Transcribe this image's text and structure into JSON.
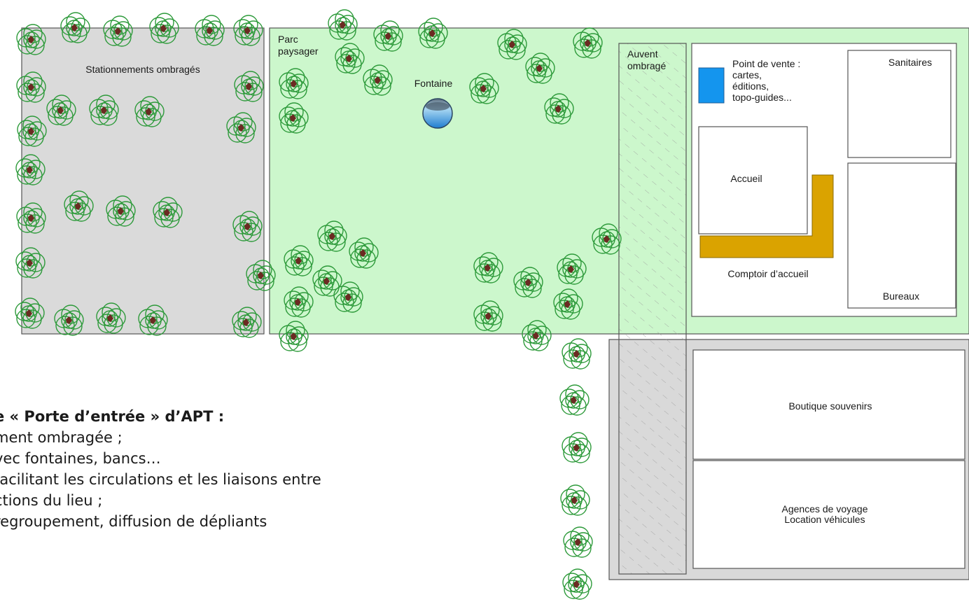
{
  "plan": {
    "parking": {
      "label": "Stationnements ombragés"
    },
    "park": {
      "label_line1": "Parc",
      "label_line2": "paysager"
    },
    "fountain": {
      "label": "Fontaine",
      "icon": "fountain-icon"
    },
    "awning": {
      "label_line1": "Auvent",
      "label_line2": "ombragé"
    },
    "sales_point": {
      "lines": [
        "Point de vente :",
        "cartes,",
        "éditions,",
        "topo-guides..."
      ],
      "color": "#1495ee"
    },
    "sanitaires": {
      "label": "Sanitaires"
    },
    "accueil": {
      "label": "Accueil"
    },
    "counter": {
      "label": "Comptoir d’accueil",
      "color": "#daa300"
    },
    "bureaux": {
      "label": "Bureaux"
    },
    "boutique": {
      "label": "Boutique souvenirs"
    },
    "agences": {
      "label_line1": "Agences de voyage",
      "label_line2": "Location véhicules"
    },
    "colors": {
      "parking_fill": "#dadada",
      "park_fill": "#ccf7cc",
      "annex_fill": "#d9d9d9",
      "tree_stroke": "#2d9a3a",
      "trunk": "#6b2a22"
    }
  },
  "legend": {
    "title": "e « Porte d’entrée » d’APT :",
    "lines": [
      "ment ombragée ;",
      "vec fontaines, bancs…",
      "facilitant les circulations et les liaisons entre",
      "ctions du lieu ;",
      " regroupement, diffusion de dépliants"
    ]
  }
}
